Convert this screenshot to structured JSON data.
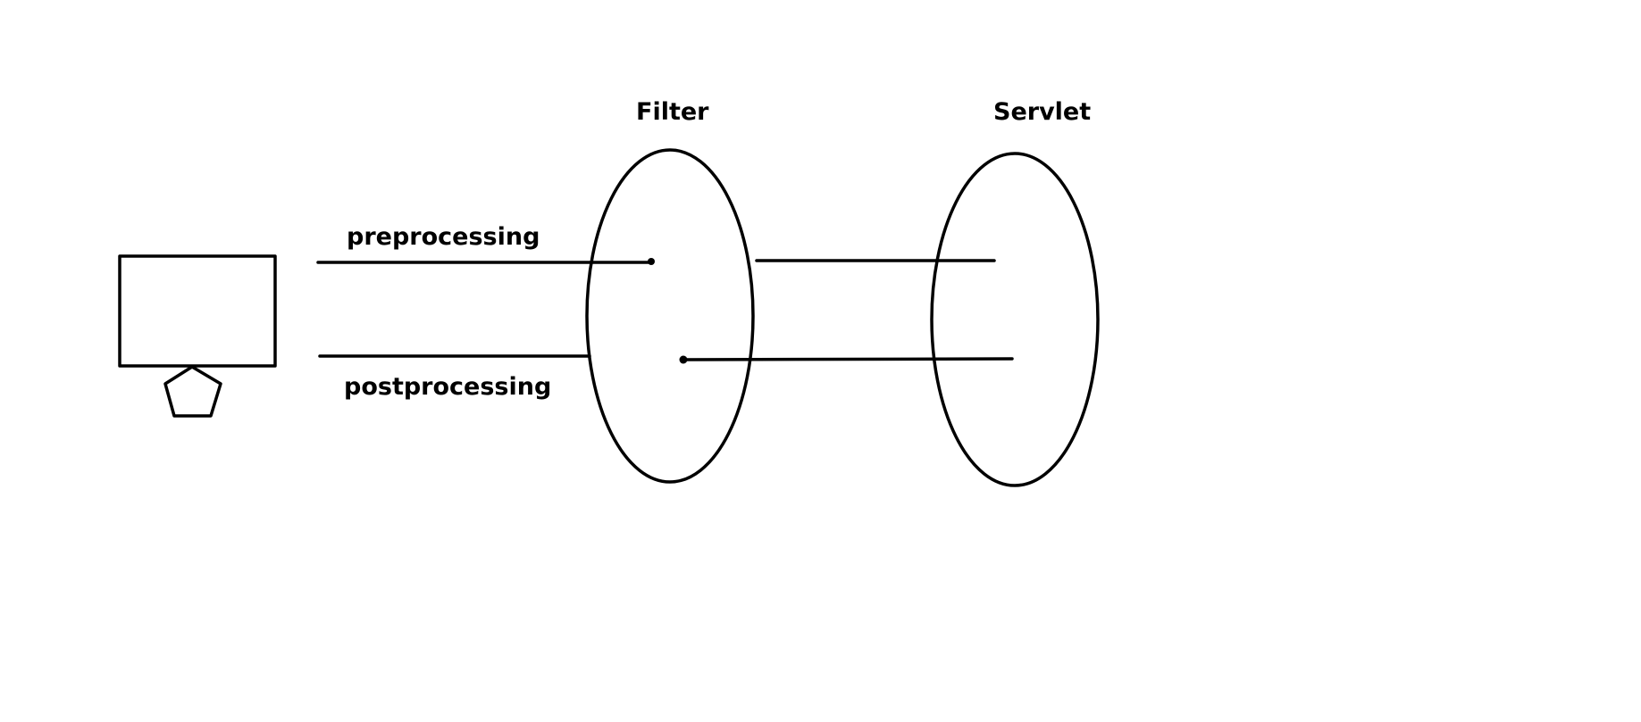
{
  "diagram": {
    "nodes": {
      "client": {
        "shape": "rectangle-with-pentagon-stand"
      },
      "filter": {
        "label": "Filter",
        "shape": "ellipse"
      },
      "servlet": {
        "label": "Servlet",
        "shape": "ellipse"
      }
    },
    "flows": {
      "request": {
        "label": "preprocessing",
        "direction": "client-to-servlet"
      },
      "response": {
        "label": "postprocessing",
        "direction": "servlet-to-client"
      }
    },
    "colors": {
      "stroke": "#000000",
      "background": "#ffffff"
    }
  }
}
